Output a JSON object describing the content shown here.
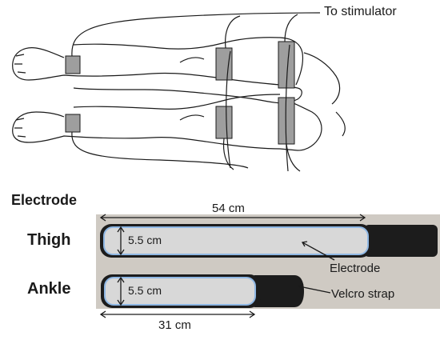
{
  "top_panel": {
    "stimulator_label": "To stimulator"
  },
  "bottom_panel": {
    "heading": "Electrode",
    "rows": [
      {
        "label": "Thigh",
        "width_label": "5.5 cm"
      },
      {
        "label": "Ankle",
        "width_label": "5.5 cm"
      }
    ],
    "length_top": "54 cm",
    "length_bottom": "31 cm",
    "callout_electrode": "Electrode",
    "callout_velcro": "Velcro strap"
  },
  "colors": {
    "line": "#1a1a1a",
    "electrode_pad": "#9e9e9e",
    "strap_black": "#1c1c1c",
    "electrode_fill": "#d8d8d8",
    "electrode_edge": "#8fb7e3",
    "photo_bg": "#cfcac3"
  }
}
